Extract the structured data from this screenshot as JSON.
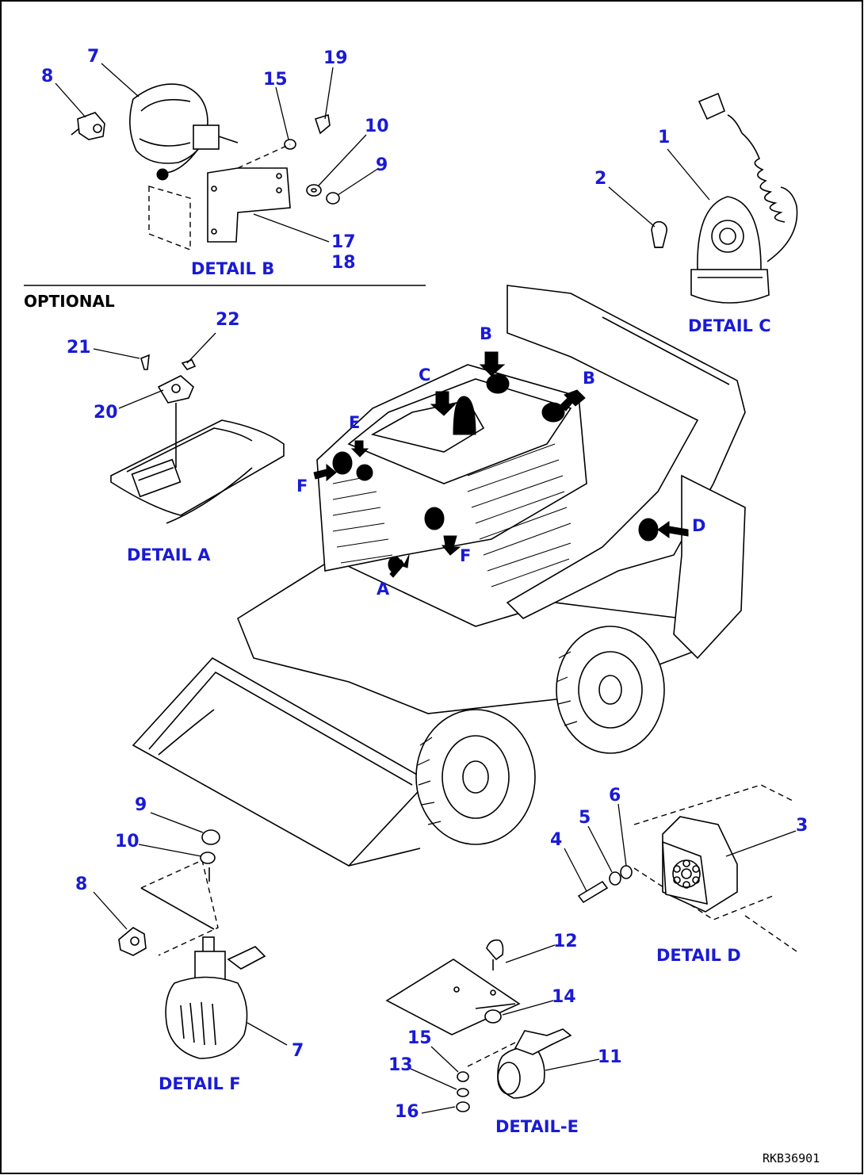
{
  "labels": {
    "optional": "OPTIONAL",
    "image_code": "RKB36901",
    "details": {
      "a": "DETAIL A",
      "b": "DETAIL B",
      "c": "DETAIL C",
      "d": "DETAIL D",
      "e": "DETAIL-E",
      "f": "DETAIL F"
    },
    "locators": {
      "a": "A",
      "b1": "B",
      "b2": "B",
      "c": "C",
      "d": "D",
      "e": "E",
      "f1": "F",
      "f2": "F"
    },
    "callouts": {
      "b_8": "8",
      "b_7": "7",
      "b_15": "15",
      "b_19": "19",
      "b_10": "10",
      "b_9": "9",
      "b_17": "17",
      "b_18": "18",
      "c_1": "1",
      "c_2": "2",
      "a_21": "21",
      "a_22": "22",
      "a_20": "20",
      "f_9": "9",
      "f_10": "10",
      "f_8": "8",
      "f_7": "7",
      "d_4": "4",
      "d_5": "5",
      "d_6": "6",
      "d_3": "3",
      "e_12": "12",
      "e_14": "14",
      "e_15": "15",
      "e_13": "13",
      "e_16": "16",
      "e_11": "11"
    }
  },
  "colors": {
    "label_blue": "#1a1ad6",
    "ink": "#000000",
    "paper": "#ffffff"
  }
}
